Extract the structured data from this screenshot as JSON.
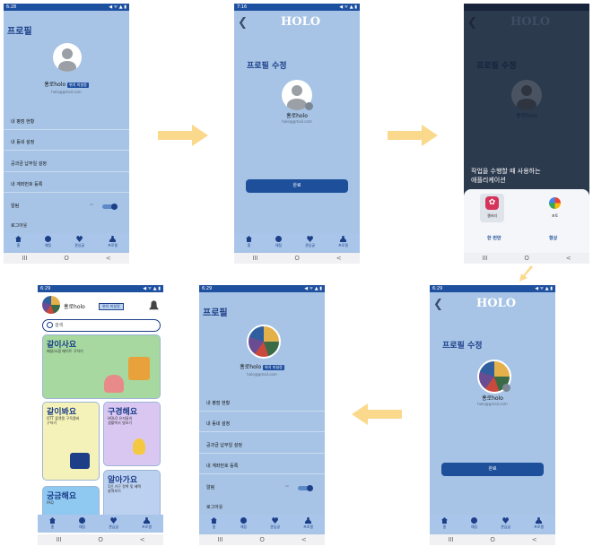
{
  "status": {
    "p1": {
      "time": "6:28",
      "right": "◀ ᯤ ▲ ▮"
    },
    "p2": {
      "time": "7:16",
      "right": "◀ ᯤ ▲ ▮"
    },
    "p5": {
      "time": "6:29",
      "right": "◀ ᯤ ▲ ▮"
    },
    "p6": {
      "time": "6:29",
      "right": "◀ ᯤ ▲ ▮"
    },
    "p4": {
      "time": "6:29",
      "right": "◀ ᯤ ▲ ▮"
    }
  },
  "nav_buttons": {
    "recent": "III",
    "home": "O",
    "back": "<"
  },
  "tabs": [
    "홈",
    "채팅",
    "관심글",
    "프로필"
  ],
  "profile": {
    "title": "프로필",
    "nickname": "홍로holo",
    "badge": "위치 미설정",
    "email": "holo@gmail.com",
    "menu": [
      "내 평점 현황",
      "내 동네 설정",
      "공과금 납부일 설정",
      "내 계좌번호 등록",
      "알림",
      "로그아웃"
    ],
    "toggle_label": "on"
  },
  "edit": {
    "brand": "HOLO",
    "title": "프로필 수정",
    "nickname": "홍로holo",
    "email": "holo@gmail.com",
    "done": "완료"
  },
  "chooser": {
    "prompt_line1": "작업을 수행할 때 사용하는",
    "prompt_line2": "애플리케이션",
    "apps": [
      {
        "label": "갤러리"
      },
      {
        "label": "포토"
      }
    ],
    "once": "한 번만",
    "always": "항상"
  },
  "home": {
    "nickname": "홍로holo",
    "badge": "위치 미설정",
    "search_placeholder": "검색",
    "cards": [
      {
        "title": "같이사요",
        "sub": "배달/쇼핑 메이트 구하기",
        "color": "#a6d8a0"
      },
      {
        "title": "같이봐요",
        "sub1": "OTT 플랫폼 구독멤버",
        "sub2": "구하기",
        "color": "#f4f2b8"
      },
      {
        "title": "구경해요",
        "sub1": "HOLO 유저들의",
        "sub2": "생활백서 엿보기",
        "color": "#d9c7f2"
      },
      {
        "title": "궁금해요",
        "sub1": "FAQ",
        "sub2": "",
        "color": "#8fc9f2"
      },
      {
        "title": "알아가요",
        "sub1": "1인 가구 정책 및 혜택",
        "sub2": "살펴보기",
        "color": "#bcd0f0"
      }
    ]
  }
}
